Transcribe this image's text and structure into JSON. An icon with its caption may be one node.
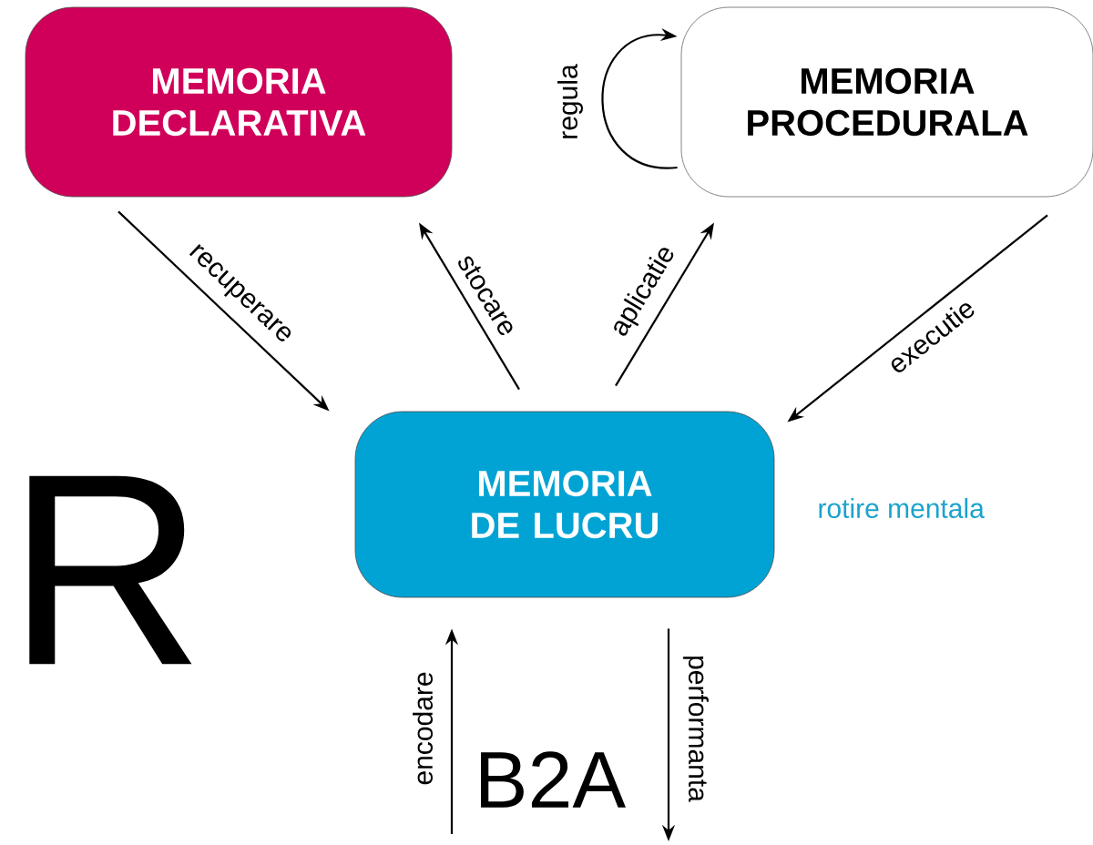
{
  "diagram": {
    "nodes": [
      {
        "text": [
          "MEMORIA DECLARATIVA"
        ]
      },
      {
        "text": [
          "MEMORIA PROCEDURALA"
        ]
      },
      {
        "text": [
          "MEMORIA DE LUCRU"
        ],
        "beside": [
          "rotire mentala"
        ]
      }
    ],
    "edges": [
      {
        "from": 0,
        "to": 2,
        "arrow": "to",
        "label": "recuperare"
      },
      {
        "from": 2,
        "to": 0,
        "arrow": "to",
        "label": "stocare"
      },
      {
        "from": 2,
        "to": 1,
        "arrow": "to",
        "label": "aplicatie"
      },
      {
        "from": 1,
        "to": 2,
        "arrow": "to",
        "label": "executie"
      },
      {
        "from": 1,
        "to": 1,
        "arrow": "to",
        "label": "regula"
      },
      {
        "from": null,
        "to": 2,
        "arrow": "to",
        "label": "encodare"
      },
      {
        "from": 2,
        "to": null,
        "arrow": "to",
        "label": "performanta"
      }
    ],
    "labels": [
      "R",
      "B2A"
    ]
  }
}
